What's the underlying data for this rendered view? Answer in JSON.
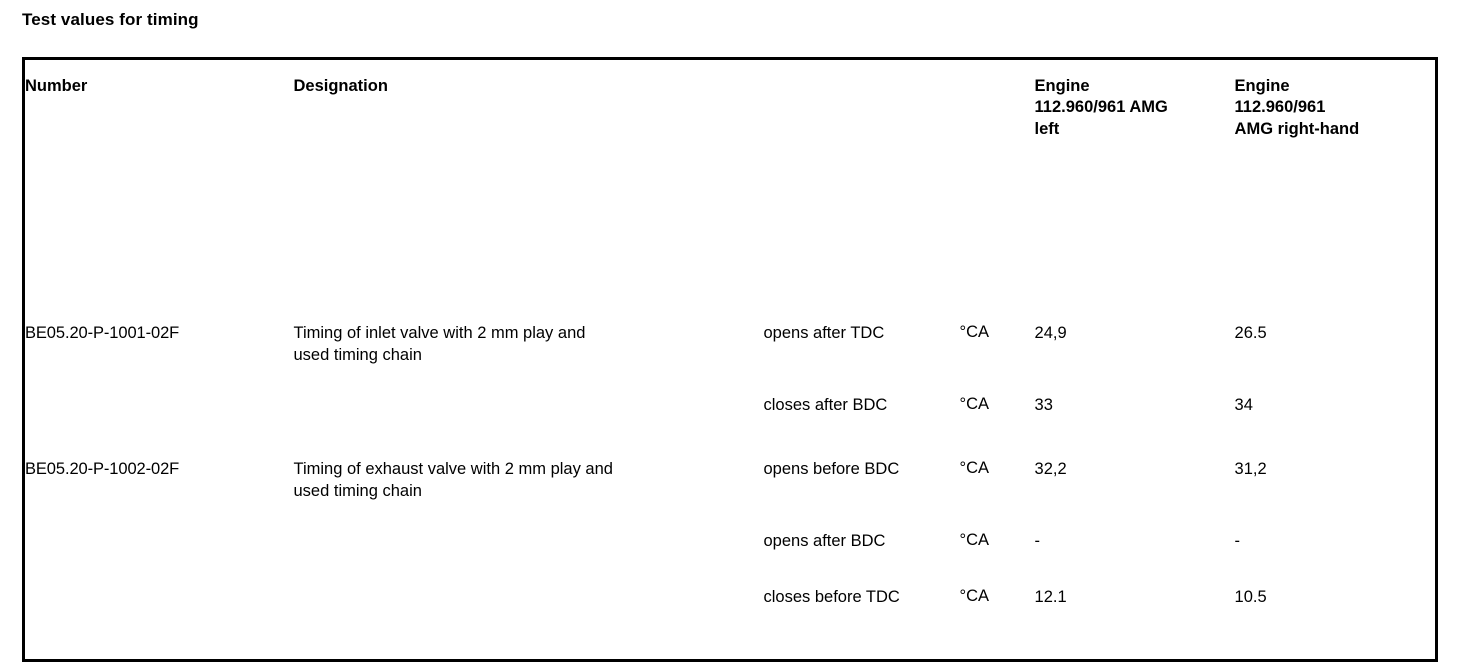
{
  "document": {
    "title": "Test values for timing"
  },
  "table": {
    "headers": {
      "number": "Number",
      "designation": "Designation",
      "engine_left": "Engine\n112.960/961 AMG\nleft",
      "engine_left_lines": [
        "Engine",
        "112.960/961 AMG",
        "left"
      ],
      "engine_right_lines": [
        "Engine",
        "112.960/961",
        "AMG right-hand"
      ]
    },
    "rows": [
      {
        "number": "BE05.20-P-1001-02F",
        "designation_lines": [
          "Timing of inlet valve with 2 mm play and",
          "used timing chain"
        ],
        "measurements": [
          {
            "label": "opens after TDC",
            "unit": "°CA",
            "engine_left": "24,9",
            "engine_right": "26.5"
          },
          {
            "label": "closes after BDC",
            "unit": "°CA",
            "engine_left": "33",
            "engine_right": "34"
          }
        ]
      },
      {
        "number": "BE05.20-P-1002-02F",
        "designation_lines": [
          "Timing of exhaust valve with 2 mm play and",
          "used timing chain"
        ],
        "measurements": [
          {
            "label": "opens before BDC",
            "unit": "°CA",
            "engine_left": "32,2",
            "engine_right": "31,2"
          },
          {
            "label": "opens after BDC",
            "unit": "°CA",
            "engine_left": "-",
            "engine_right": "-"
          },
          {
            "label": "closes before TDC",
            "unit": "°CA",
            "engine_left": "12.1",
            "engine_right": "10.5"
          }
        ]
      }
    ]
  },
  "colors": {
    "text": "#000000",
    "background": "#ffffff",
    "rule": "#000000"
  }
}
